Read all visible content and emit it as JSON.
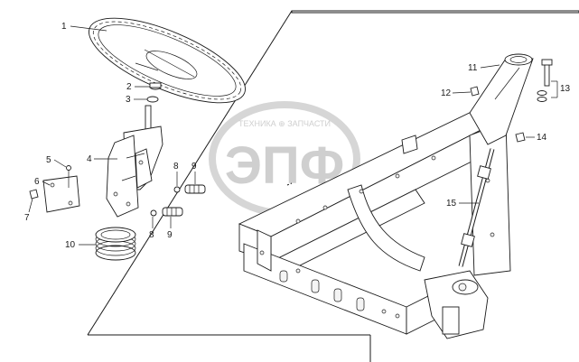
{
  "watermark": {
    "top_text": "ТЕХНИКА ⊕ ЗАПЧАСТИ",
    "main_text": "ЭПФ"
  },
  "callouts": [
    {
      "id": "c1",
      "label": "1"
    },
    {
      "id": "c2",
      "label": "2"
    },
    {
      "id": "c3",
      "label": "3"
    },
    {
      "id": "c4",
      "label": "4"
    },
    {
      "id": "c5",
      "label": "5"
    },
    {
      "id": "c6",
      "label": "6"
    },
    {
      "id": "c7",
      "label": "7"
    },
    {
      "id": "c8a",
      "label": "8"
    },
    {
      "id": "c8b",
      "label": "8"
    },
    {
      "id": "c9a",
      "label": "9"
    },
    {
      "id": "c9b",
      "label": "9"
    },
    {
      "id": "c10",
      "label": "10"
    },
    {
      "id": "c11",
      "label": "11"
    },
    {
      "id": "c12",
      "label": "12"
    },
    {
      "id": "c13",
      "label": "13"
    },
    {
      "id": "c14",
      "label": "14"
    },
    {
      "id": "c15",
      "label": "15"
    }
  ],
  "colors": {
    "line": "#1a1a1a",
    "watermark": "#cfcfcf"
  }
}
